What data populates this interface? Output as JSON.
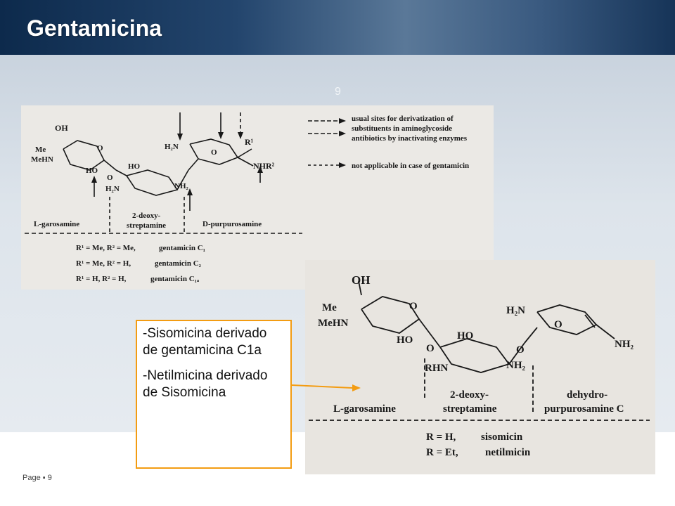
{
  "slide": {
    "title": "Gentamicina",
    "watermark_number": "9",
    "footer": {
      "label": "Page",
      "separator": "▪",
      "page_number": "9"
    }
  },
  "figure_top": {
    "legend": {
      "usual_sites": [
        "usual sites for derivatization of",
        "substituents in aminoglycoside",
        "antibiotics by inactivating enzymes"
      ],
      "not_applicable": "not applicable in case of gentamicin"
    },
    "ring_labels": [
      "L-garosamine",
      "2-deoxy-",
      "streptamine",
      "D-purpurosamine"
    ],
    "atoms": [
      "OH",
      "Me",
      "MeHN",
      "HO",
      "O",
      "HO",
      "H₂N",
      "NH₂",
      "H₂N",
      "R¹",
      "NHR²",
      "O",
      "O"
    ],
    "variants": [
      {
        "r_values": "R¹ = Me, R² = Me,",
        "name": "gentamicin C₁"
      },
      {
        "r_values": "R¹ = Me, R² = H,",
        "name": "gentamicin C₂"
      },
      {
        "r_values": "R¹ = H, R² = H,",
        "name": "gentamicin C₁ₐ"
      }
    ]
  },
  "figure_bottom": {
    "atoms": [
      "OH",
      "Me",
      "MeHN",
      "HO",
      "O",
      "HO",
      "RHN",
      "NH₂",
      "H₂N",
      "O",
      "NH₂",
      "O",
      "O"
    ],
    "ring_labels": [
      "L-garosamine",
      "2-deoxy-",
      "streptamine",
      "dehydro-",
      "purpurosamine C"
    ],
    "variants": [
      {
        "r_values": "R = H,",
        "name": "sisomicin"
      },
      {
        "r_values": "R = Et,",
        "name": "netilmicin"
      }
    ]
  },
  "callout": {
    "line1": "-Sisomicina derivado de gentamicina C1a",
    "line2": "-Netilmicina derivado de Sisomicina",
    "border_color": "#f39c12"
  },
  "colors": {
    "header_dark": "#0d2a4c",
    "accent_orange": "#f39c12"
  }
}
